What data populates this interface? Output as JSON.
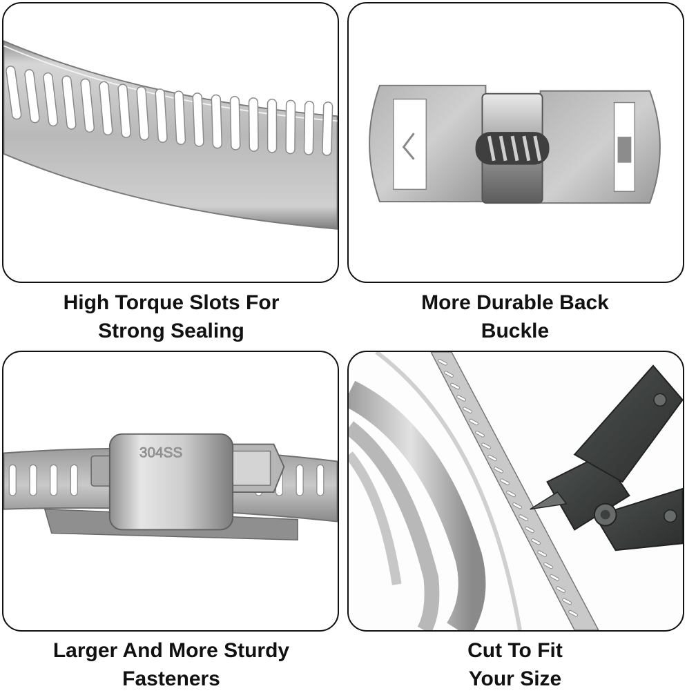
{
  "panels": [
    {
      "id": "high-torque-slots",
      "icon": "perforated-steel-band",
      "caption_lines": [
        "High Torque Slots For",
        "Strong Sealing"
      ]
    },
    {
      "id": "back-buckle",
      "icon": "steel-buckle-with-worm-screw",
      "caption_lines": [
        "More Durable Back",
        "Buckle"
      ]
    },
    {
      "id": "sturdy-fasteners",
      "icon": "hose-clamp-fastener-housing",
      "housing_stamp": "304SS",
      "caption_lines": [
        "Larger And More Sturdy",
        "Fasteners"
      ]
    },
    {
      "id": "cut-to-fit",
      "icon": "band-coil-and-cutter",
      "caption_lines": [
        "Cut To Fit",
        "Your Size"
      ]
    }
  ],
  "colors": {
    "text": "#111111",
    "border": "#111111",
    "steel_light": "#dcdcdc",
    "steel_mid": "#a6a6a6",
    "steel_dark": "#5a5a5a",
    "cutter_dark": "#3a3d3b"
  }
}
